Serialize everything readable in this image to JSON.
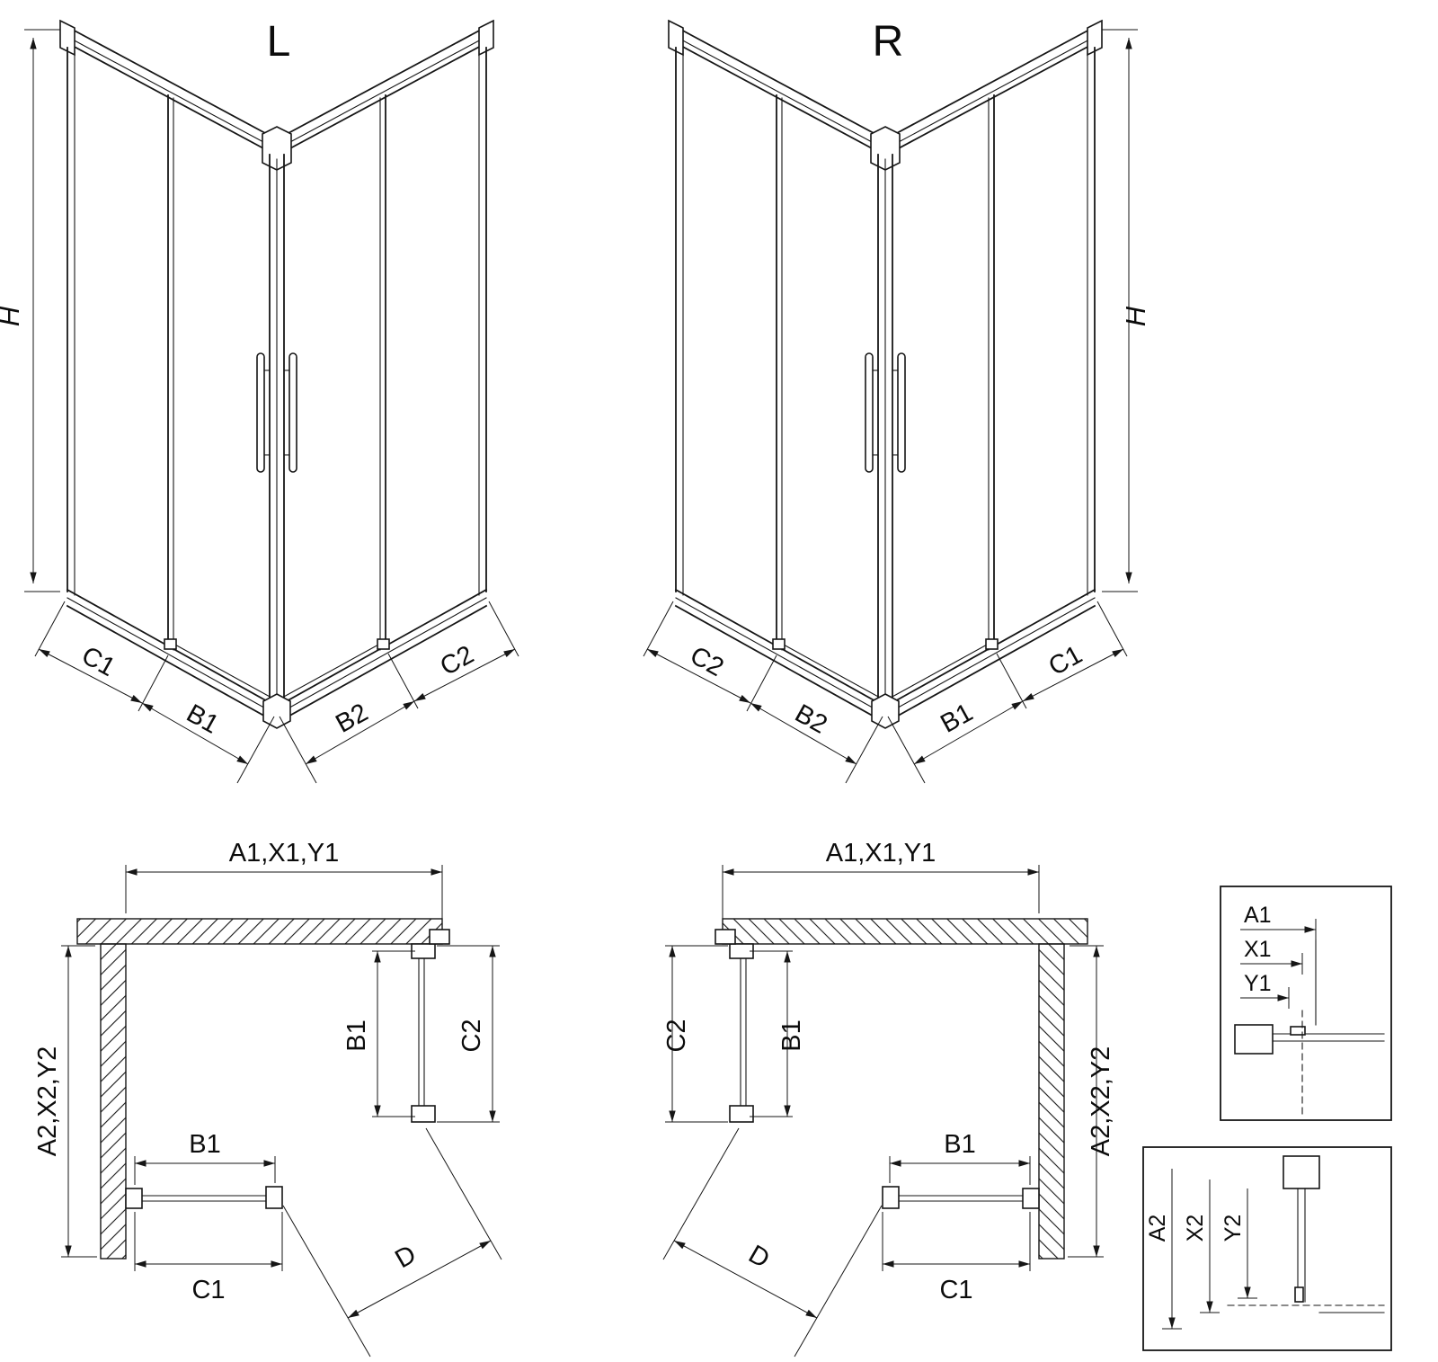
{
  "drawing": {
    "colors": {
      "line": "#161616",
      "background": "#ffffff"
    }
  },
  "iso_left": {
    "variant_label": "L",
    "height_dim": "H",
    "bottom_dims": [
      "C1",
      "B1",
      "B2",
      "C2"
    ]
  },
  "iso_right": {
    "variant_label": "R",
    "height_dim": "H",
    "bottom_dims": [
      "C2",
      "B2",
      "B1",
      "C1"
    ]
  },
  "plan_left": {
    "width_dim": "A1,X1,Y1",
    "depth_dim": "A2,X2,Y2",
    "side_door_dim": "B1",
    "side_total_dim": "C2",
    "front_door_dim": "B1",
    "front_total_dim": "C1",
    "diagonal_dim": "D"
  },
  "plan_right": {
    "width_dim": "A1,X1,Y1",
    "depth_dim": "A2,X2,Y2",
    "side_door_dim": "B1",
    "side_total_dim": "C2",
    "front_door_dim": "B1",
    "front_total_dim": "C1",
    "diagonal_dim": "D"
  },
  "detail_width": {
    "dims": [
      "A1",
      "X1",
      "Y1"
    ]
  },
  "detail_depth": {
    "dims": [
      "A2",
      "X2",
      "Y2"
    ]
  }
}
